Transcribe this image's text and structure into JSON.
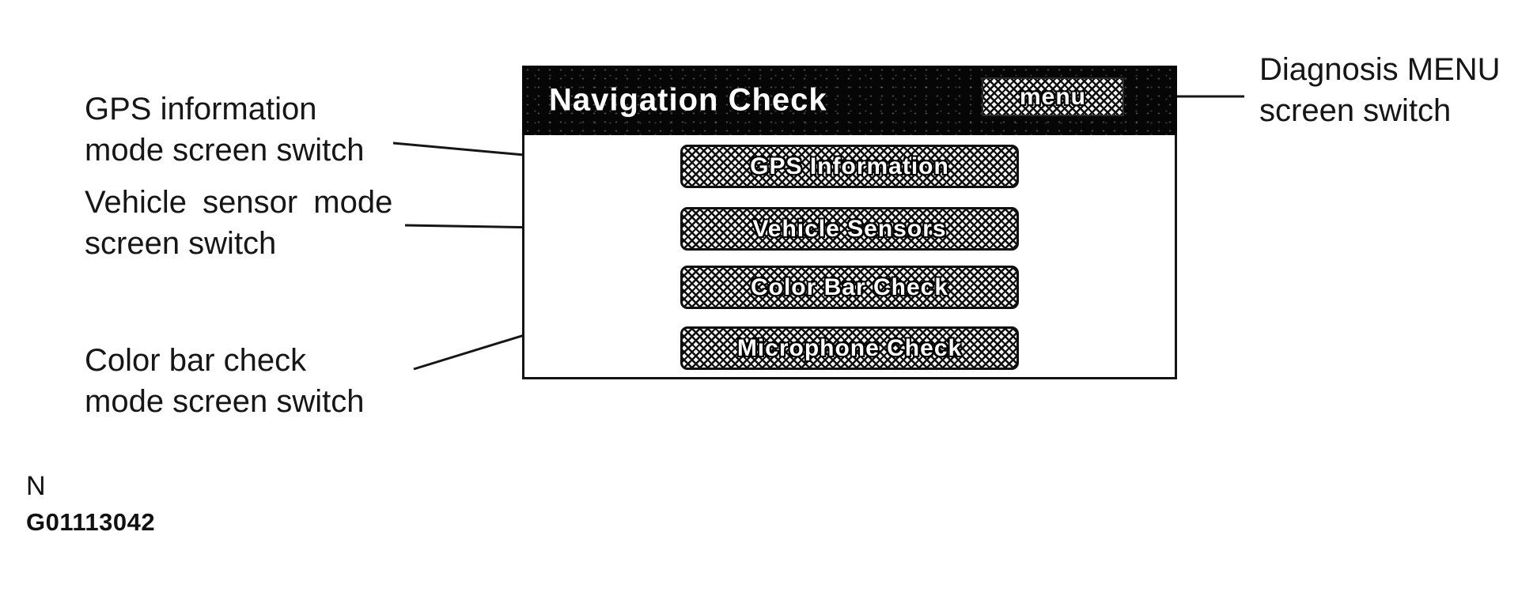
{
  "panel": {
    "title": "Navigation Check",
    "menu_button_label": "menu",
    "buttons": [
      {
        "label": "GPS Information"
      },
      {
        "label": "Vehicle Sensors"
      },
      {
        "label": "Color Bar Check"
      },
      {
        "label": "Microphone Check"
      }
    ]
  },
  "callouts": [
    {
      "line1": "GPS information",
      "line2": "mode screen switch"
    },
    {
      "line1": "Vehicle sensor mode",
      "line2": "screen switch"
    },
    {
      "line1": "Color bar check",
      "line2": "mode screen switch"
    },
    {
      "line1": "Diagnosis MENU",
      "line2": "screen switch"
    }
  ],
  "footer": {
    "marker": "N",
    "figure_code": "G01113042"
  },
  "colors": {
    "ink": "#161616",
    "screen_header_bg": "#060606",
    "button_text": "#ffffff",
    "page_bg": "#ffffff"
  }
}
